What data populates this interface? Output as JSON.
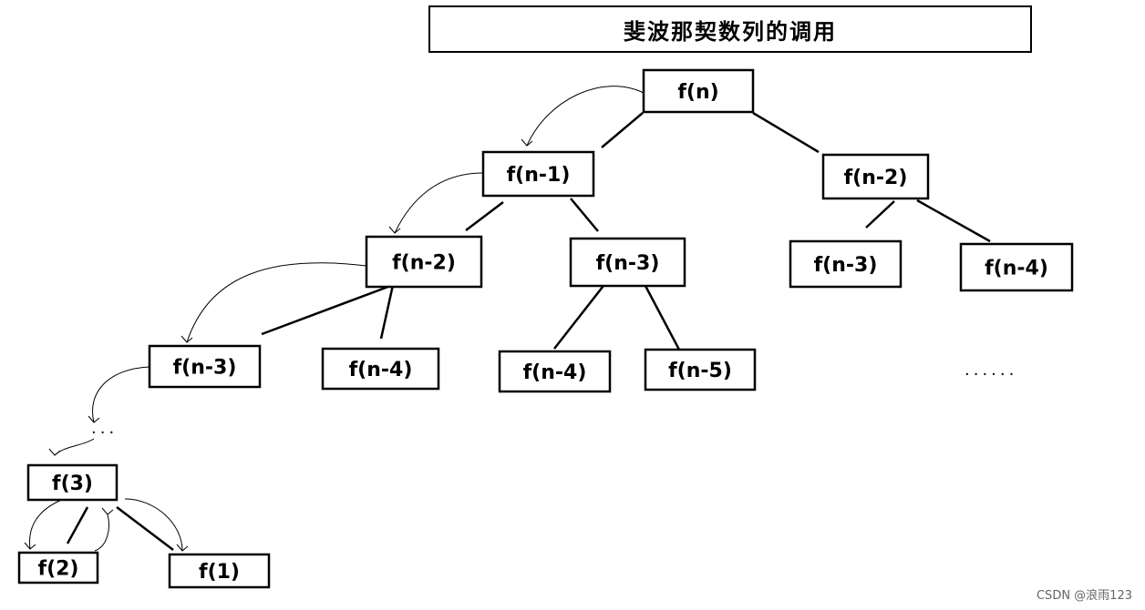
{
  "title": "斐波那契数列的调用",
  "nodes": [
    {
      "id": "root",
      "label": "f(n)"
    },
    {
      "id": "a1",
      "label": "f(n-1)"
    },
    {
      "id": "a2",
      "label": "f(n-2)"
    },
    {
      "id": "b1",
      "label": "f(n-2)"
    },
    {
      "id": "b2",
      "label": "f(n-3)"
    },
    {
      "id": "b3",
      "label": "f(n-3)"
    },
    {
      "id": "b4",
      "label": "f(n-4)"
    },
    {
      "id": "c1",
      "label": "f(n-3)"
    },
    {
      "id": "c2",
      "label": "f(n-4)"
    },
    {
      "id": "c3",
      "label": "f(n-4)"
    },
    {
      "id": "c4",
      "label": "f(n-5)"
    },
    {
      "id": "d1",
      "label": "f(3)"
    },
    {
      "id": "e1",
      "label": "f(2)"
    },
    {
      "id": "e2",
      "label": "f(1)"
    }
  ],
  "edges": [
    [
      "root",
      "a1"
    ],
    [
      "root",
      "a2"
    ],
    [
      "a1",
      "b1"
    ],
    [
      "a1",
      "b2"
    ],
    [
      "a2",
      "b3"
    ],
    [
      "a2",
      "b4"
    ],
    [
      "b1",
      "c1"
    ],
    [
      "b1",
      "c2"
    ],
    [
      "b2",
      "c3"
    ],
    [
      "b2",
      "c4"
    ],
    [
      "d1",
      "e1"
    ],
    [
      "d1",
      "e2"
    ]
  ],
  "ellipsis_left": "...",
  "ellipsis_right": "......",
  "watermark": "CSDN @浪雨123"
}
